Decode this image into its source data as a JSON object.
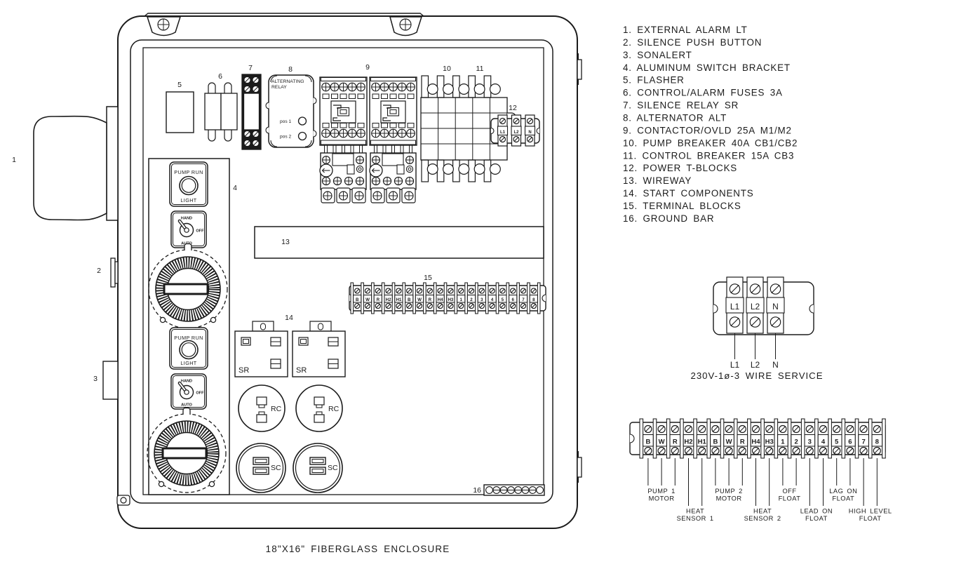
{
  "colors": {
    "ink": "#1b1b1b",
    "paper": "#ffffff"
  },
  "legend": {
    "items": [
      "1. EXTERNAL ALARM LT",
      "2. SILENCE PUSH BUTTON",
      "3. SONALERT",
      "4. ALUMINUM SWITCH BRACKET",
      "5. FLASHER",
      "6. CONTROL/ALARM FUSES 3A",
      "7. SILENCE RELAY SR",
      "8. ALTERNATOR ALT",
      "9. CONTACTOR/OVLD 25A M1/M2",
      "10. PUMP BREAKER 40A CB1/CB2",
      "11. CONTROL BREAKER 15A CB3",
      "12. POWER T-BLOCKS",
      "13. WIREWAY",
      "14. START COMPONENTS",
      "15. TERMINAL BLOCKS",
      "16. GROUND BAR"
    ]
  },
  "callouts": [
    "1",
    "2",
    "3",
    "4",
    "5",
    "6",
    "7",
    "8",
    "9",
    "10",
    "11",
    "12",
    "13",
    "14",
    "15",
    "16"
  ],
  "enclosure_caption": "18\"X16\" FIBERGLASS ENCLOSURE",
  "panel": {
    "pump_light": {
      "line1": "PUMP RUN",
      "line2": "LIGHT"
    },
    "hoa": {
      "hand": "HAND",
      "off": "OFF",
      "auto": "AUTO"
    },
    "alt_relay": {
      "name1": "ALTERNATING",
      "name2": "RELAY",
      "pos1": "pos 1",
      "pos2": "pos 2"
    },
    "sr_label": "SR",
    "rc_label": "RC",
    "sc_label": "SC",
    "tblock_labels": [
      "L1",
      "L2",
      "N"
    ],
    "terminal_labels": [
      "B",
      "W",
      "R",
      "H2",
      "H1",
      "B",
      "W",
      "R",
      "H4",
      "H3",
      "1",
      "2",
      "3",
      "4",
      "5",
      "6",
      "7",
      "8"
    ]
  },
  "service_detail": {
    "terminals": [
      "L1",
      "L2",
      "N"
    ],
    "leads": [
      "L1",
      "L2",
      "N"
    ],
    "caption": "230V-1ø-3 WIRE SERVICE"
  },
  "terminal_detail": {
    "labels": [
      "B",
      "W",
      "R",
      "H2",
      "H1",
      "B",
      "W",
      "R",
      "H4",
      "H3",
      "1",
      "2",
      "3",
      "4",
      "5",
      "6",
      "7",
      "8"
    ],
    "groups": [
      {
        "lines": [
          "PUMP 1",
          "MOTOR"
        ],
        "terminals": [
          0,
          1,
          2
        ],
        "row": "upper"
      },
      {
        "lines": [
          "HEAT",
          "SENSOR 1"
        ],
        "terminals": [
          3,
          4
        ],
        "row": "lower"
      },
      {
        "lines": [
          "PUMP 2",
          "MOTOR"
        ],
        "terminals": [
          5,
          6,
          7
        ],
        "row": "upper"
      },
      {
        "lines": [
          "HEAT",
          "SENSOR 2"
        ],
        "terminals": [
          8,
          9
        ],
        "row": "lower"
      },
      {
        "lines": [
          "OFF",
          "FLOAT"
        ],
        "terminals": [
          10,
          11
        ],
        "row": "upper"
      },
      {
        "lines": [
          "LEAD ON",
          "FLOAT"
        ],
        "terminals": [
          12,
          13
        ],
        "row": "lower"
      },
      {
        "lines": [
          "LAG ON",
          "FLOAT"
        ],
        "terminals": [
          14,
          15
        ],
        "row": "upper"
      },
      {
        "lines": [
          "HIGH LEVEL",
          "FLOAT"
        ],
        "terminals": [
          16,
          17
        ],
        "row": "lower"
      }
    ]
  }
}
